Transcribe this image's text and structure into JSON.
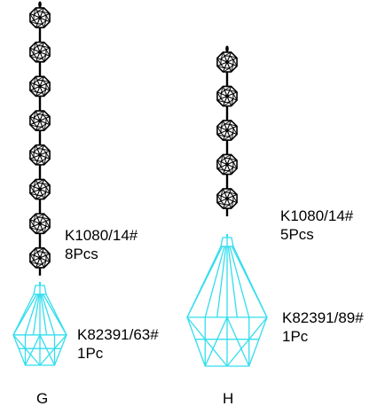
{
  "colors": {
    "bead": "#000000",
    "pendant": "#33ddee"
  },
  "icons": {
    "bead": "octagon-bead-icon",
    "pendant": "teardrop-pendant-icon"
  },
  "strands": [
    {
      "caption": "G",
      "bead_count": 8,
      "bead_code": "K1080/14#",
      "bead_qty": "8Pcs",
      "pendant_code": "K82391/63#",
      "pendant_qty": "1Pc"
    },
    {
      "caption": "H",
      "bead_count": 5,
      "bead_code": "K1080/14#",
      "bead_qty": "5Pcs",
      "pendant_code": "K82391/89#",
      "pendant_qty": "1Pc"
    }
  ]
}
